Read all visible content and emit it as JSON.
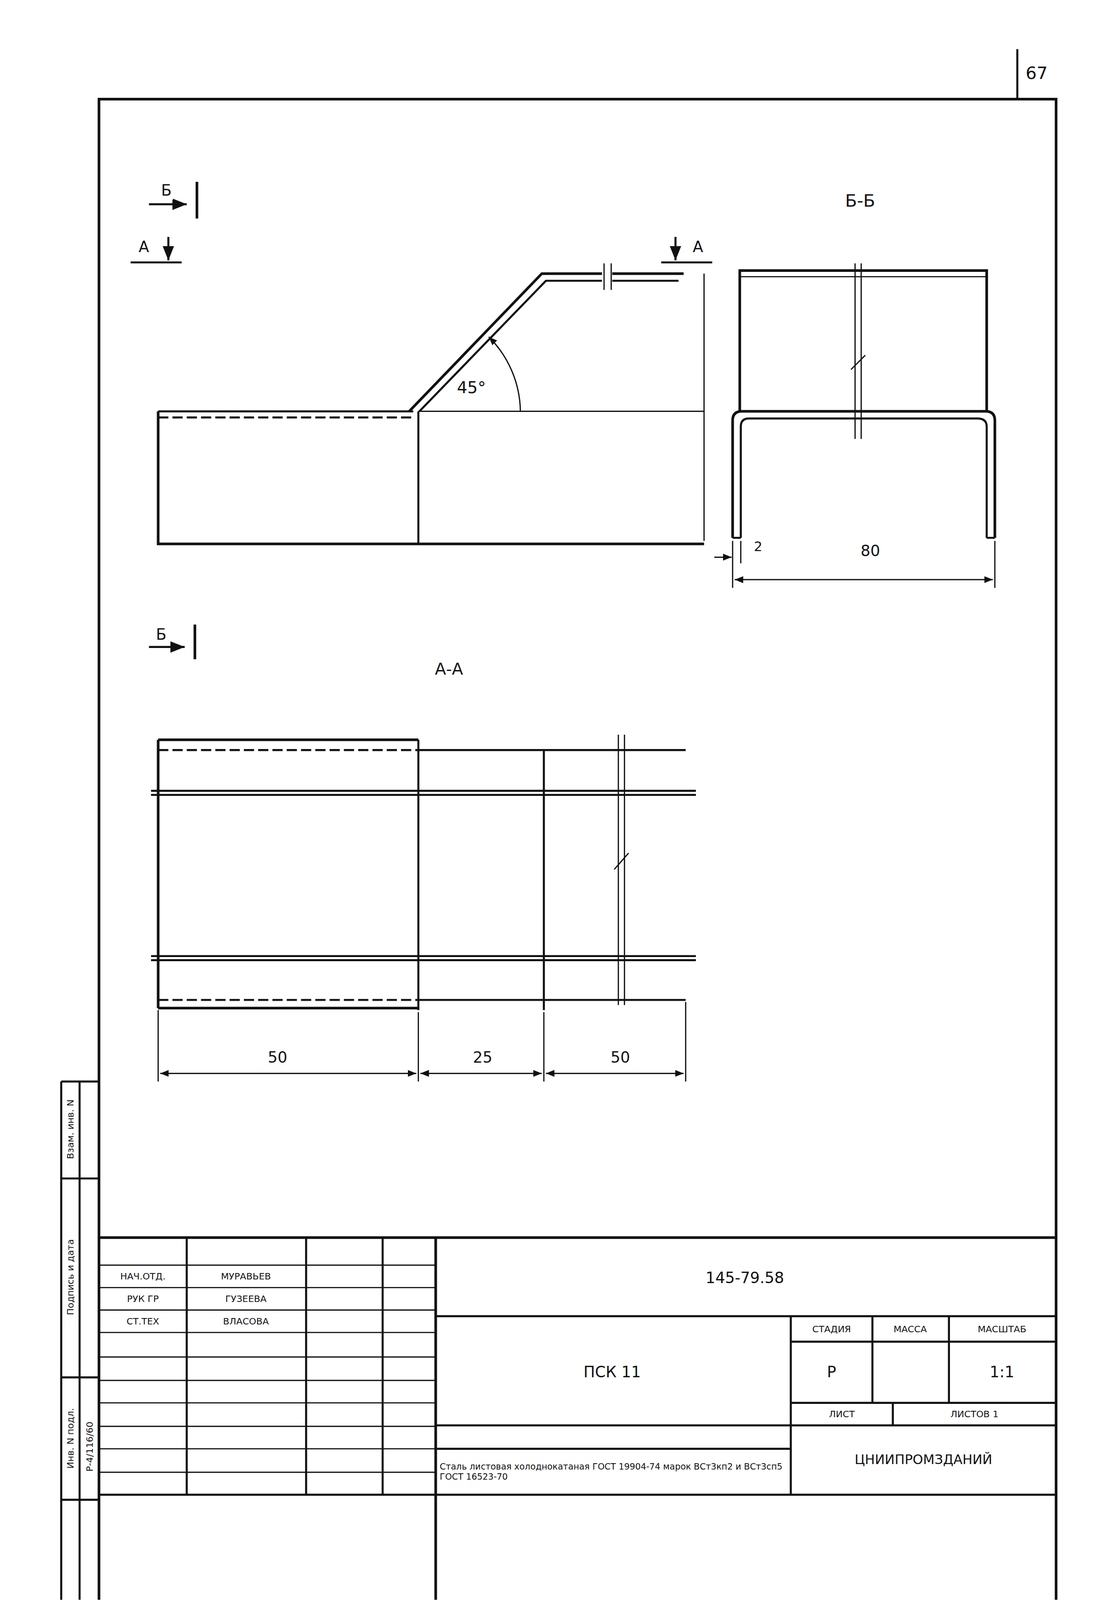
{
  "diagram": {
    "labels": [
      "67",
      "Б",
      "А",
      "А",
      "Б-Б",
      "45°",
      "2",
      "80",
      "Б",
      "А-А",
      "50",
      "25",
      "50",
      "Взам. инв. N",
      "Подпись и дата",
      "Инв. N подл.",
      "Р-4/116/60",
      "НАЧ.ОТД.",
      "МУРАВЬЕВ",
      "РУК ГР",
      "ГУЗЕЕВА",
      "СТ.ТЕХ",
      "ВЛАСОВА",
      "145-79.58",
      "СТАДИЯ",
      "МАССА",
      "МАСШТАБ",
      "ПСК 11",
      "Р",
      "1:1",
      "ЛИСТ",
      "ЛИСТОВ 1",
      "Сталь листовая холоднокатаная ГОСТ 19904-74 марок ВСт3кп2 и ВСт3сп5 ГОСТ 16523-70",
      "ЦНИИПРОМЗДАНИЙ"
    ]
  }
}
